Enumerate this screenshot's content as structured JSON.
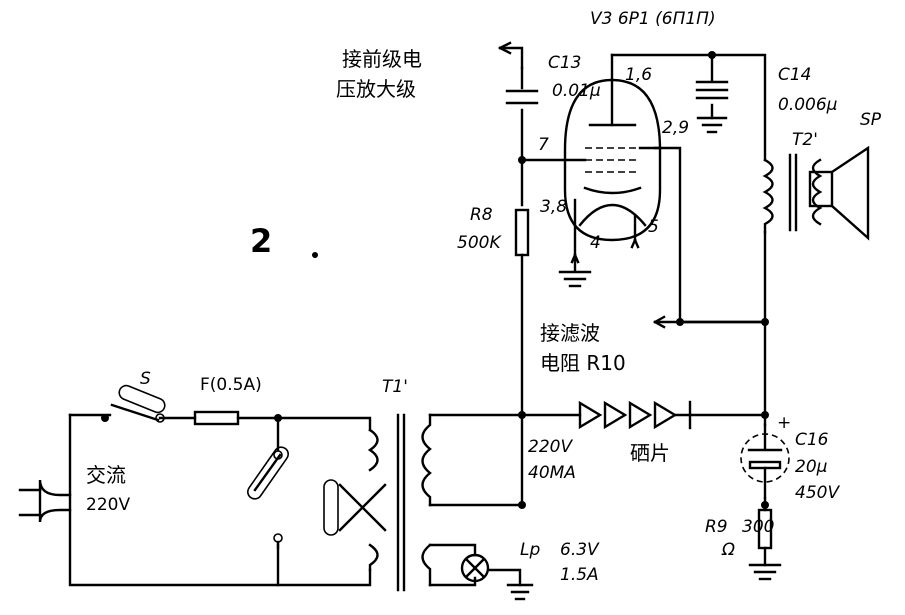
{
  "figure": {
    "number": "2"
  },
  "tube": {
    "name": "V3 6P1 (6П1П)",
    "pins": {
      "p16": "1,6",
      "p29": "2,9",
      "p7": "7",
      "p38": "3,8",
      "p4": "4",
      "p5": "5"
    }
  },
  "components": {
    "c13": {
      "name": "C13",
      "value": "0.01μ"
    },
    "c14": {
      "name": "C14",
      "value": "0.006μ"
    },
    "t2": {
      "name": "T2'"
    },
    "speaker": {
      "name": "SP"
    },
    "r8": {
      "name": "R8",
      "value": "500K"
    },
    "switch": {
      "name": "S"
    },
    "fuse": {
      "name": "F(0.5A)"
    },
    "t1": {
      "name": "T1'"
    },
    "ac": {
      "line1": "交流",
      "line2": "220V"
    },
    "secondary": {
      "line1": "220V",
      "line2": "40MA"
    },
    "rectifier": {
      "label": "硒片"
    },
    "c16": {
      "name": "C16",
      "value": "20μ",
      "voltage": "450V",
      "plus": "+"
    },
    "r9": {
      "name": "R9",
      "value": "300",
      "unit": "Ω"
    },
    "lamp": {
      "name": "Lp",
      "voltage": "6.3V",
      "current": "1.5A"
    }
  },
  "notes": {
    "to_preamp": {
      "line1": "接前级电",
      "line2": "压放大级"
    },
    "to_filter": {
      "line1": "接滤波",
      "line2": "电阻 R10"
    }
  }
}
